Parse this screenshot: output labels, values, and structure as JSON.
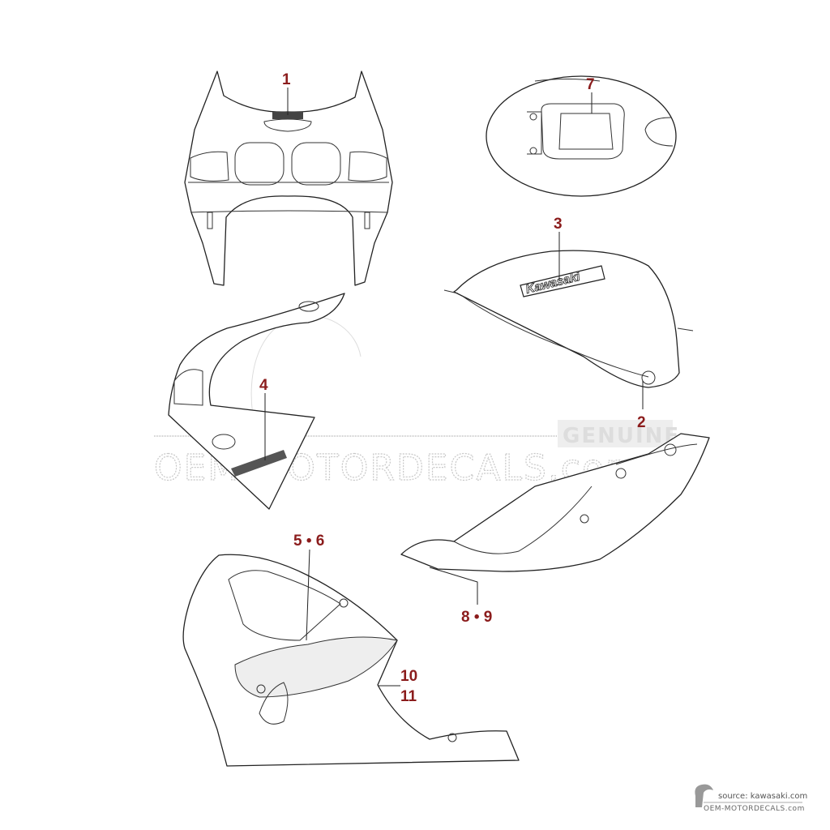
{
  "diagram": {
    "callouts": {
      "c1": "1",
      "c2": "2",
      "c3": "3",
      "c4": "4",
      "c56": "5 • 6",
      "c7": "7",
      "c89": "8 • 9",
      "c10": "10",
      "c11": "11"
    },
    "tank_decal_text": "Kawasaki",
    "callout_color": "#8b1c1c"
  },
  "watermark": {
    "main": "OEM-MOTORDECALS.com",
    "badge": "GENUINE"
  },
  "footer": {
    "source": "source: kawasaki.com",
    "site": "OEM-MOTORDECALS.com"
  }
}
